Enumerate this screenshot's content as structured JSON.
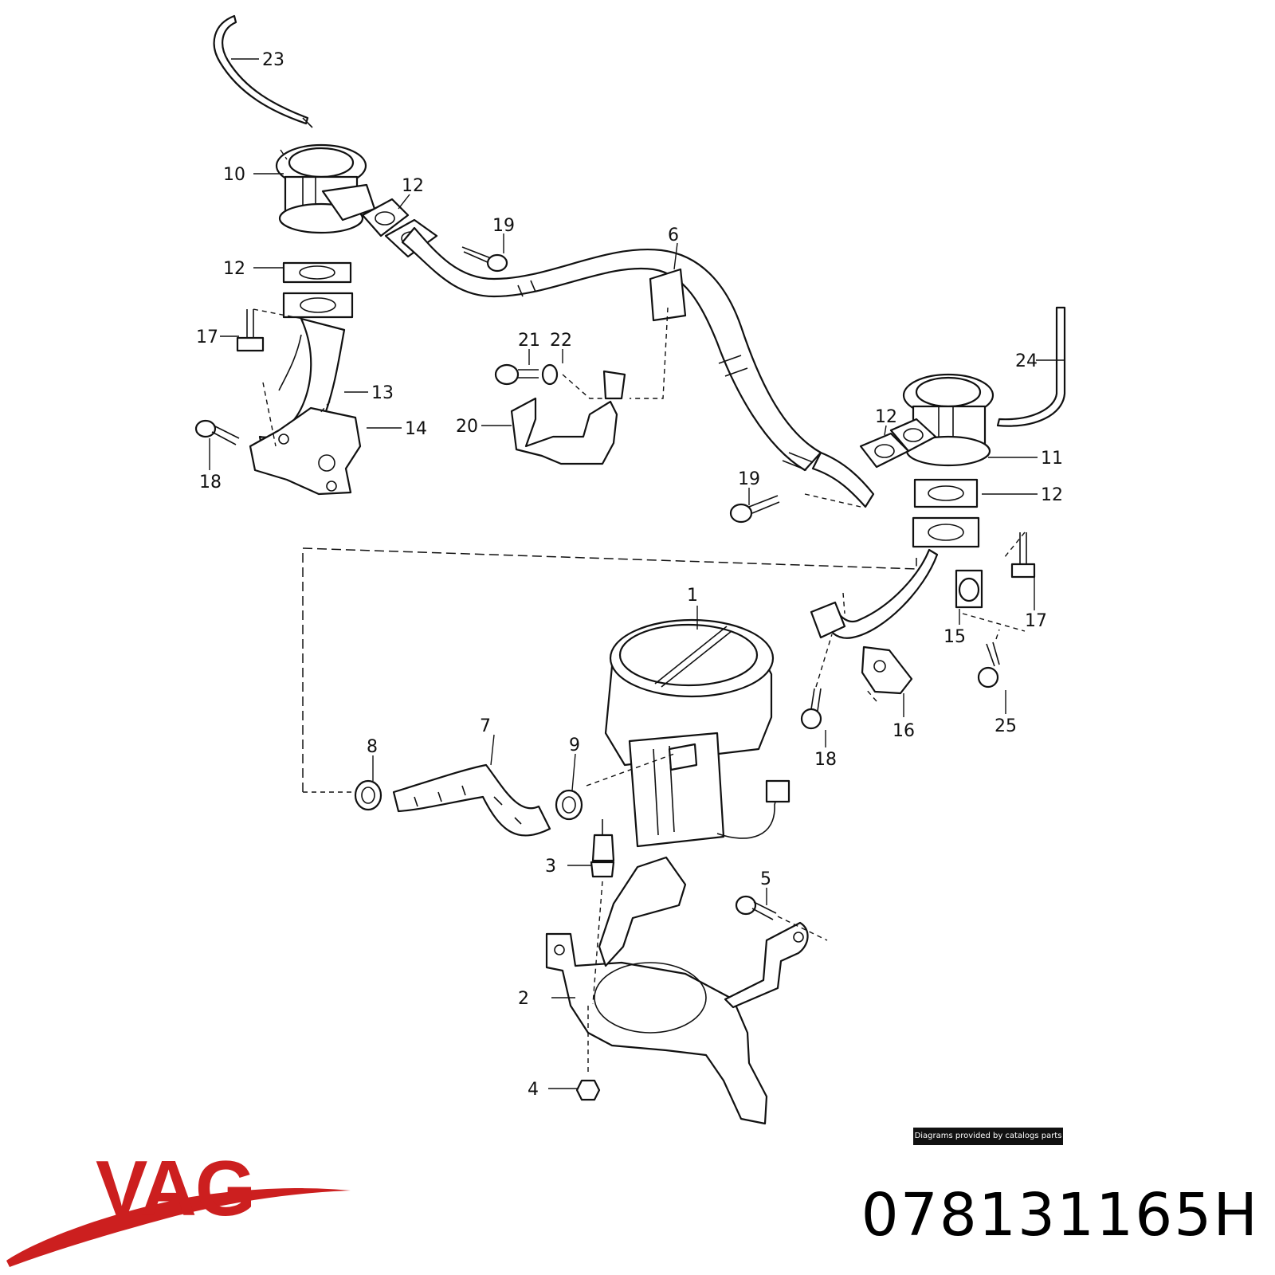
{
  "brand": {
    "name": "VAG",
    "color": "#cc1f1f"
  },
  "part_number": "078131165H",
  "credit": "Diagrams provided by catalogs parts",
  "callouts": {
    "c1": "1",
    "c2": "2",
    "c3": "3",
    "c4": "4",
    "c5": "5",
    "c6": "6",
    "c7": "7",
    "c8": "8",
    "c9": "9",
    "c10": "10",
    "c11": "11",
    "c12": "12",
    "c13": "13",
    "c14": "14",
    "c15": "15",
    "c16": "16",
    "c17": "17",
    "c18": "18",
    "c19": "19",
    "c20": "20",
    "c21": "21",
    "c22": "22",
    "c23": "23",
    "c24": "24",
    "c25": "25"
  }
}
